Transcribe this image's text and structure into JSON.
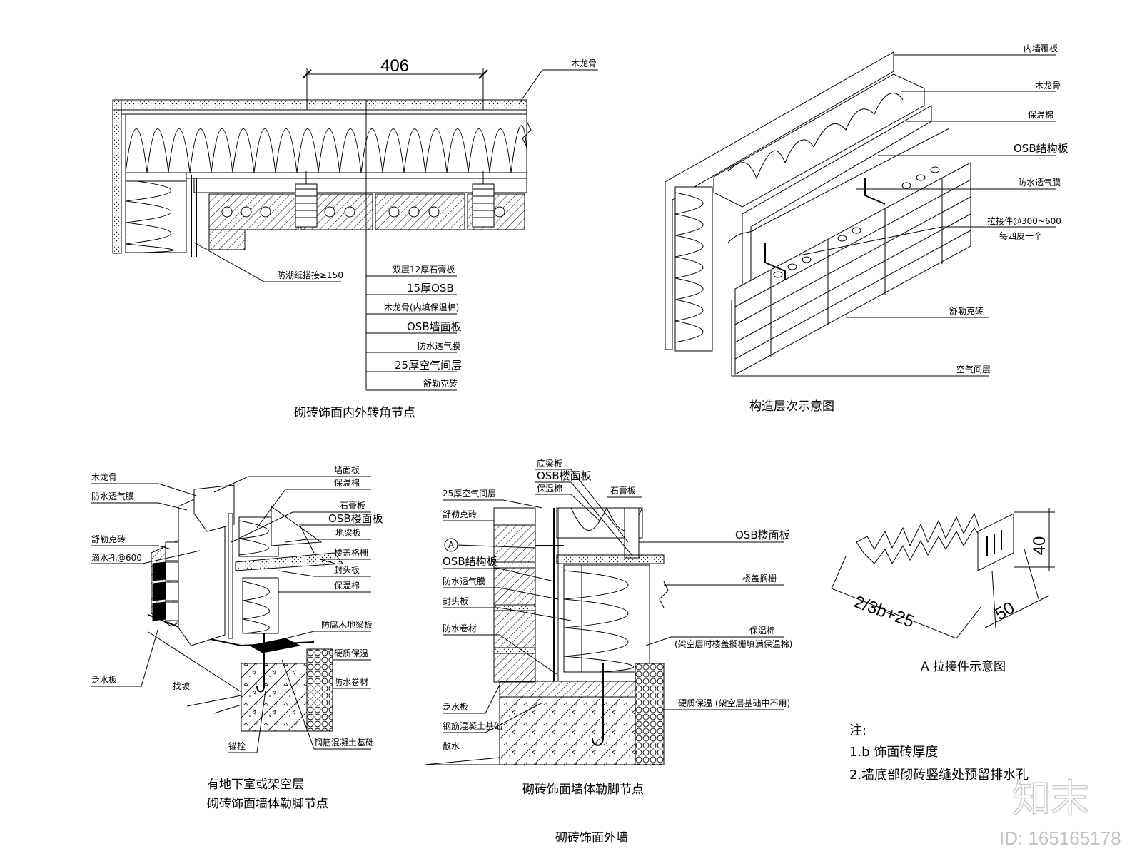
{
  "diagram": {
    "top_left": {
      "dimension": "406",
      "labels": {
        "stud": "木龙骨",
        "paper": "防潮纸搭接≥150",
        "gypsum": "双层12厚石膏板",
        "osb15": "15厚OSB",
        "stud_insul": "木龙骨(内填保温棉)",
        "osb_wall": "OSB墙面板",
        "membrane": "防水透气膜",
        "air25": "25厚空气间层",
        "brick": "舒勒克砖"
      },
      "caption": "砌砖饰面内外转角节点"
    },
    "top_right": {
      "labels": {
        "inner_board": "内墙覆板",
        "stud": "木龙骨",
        "insulation": "保温棉",
        "osb": "OSB结构板",
        "membrane": "防水透气膜",
        "tie": "拉接件@300~600",
        "tie_note": "每四皮一个",
        "brick": "舒勒克砖",
        "air": "空气间层"
      },
      "caption": "构造层次示意图"
    },
    "bottom_left": {
      "labels": {
        "stud": "木龙骨",
        "membrane": "防水透气膜",
        "brick": "舒勒克砖",
        "weep": "滴水孔@600",
        "flashing": "泛水板",
        "slope": "找坡",
        "anchor": "锚栓",
        "wall_board": "墙面板",
        "insulation": "保温棉",
        "gypsum": "石膏板",
        "osb_floor": "OSB楼面板",
        "floor_board": "地梁板",
        "joist": "楼盖格栅",
        "rim": "封头板",
        "insulation2": "保温棉",
        "sill": "防腐木地梁板",
        "rigid": "硬质保温",
        "waterproof": "防水卷材",
        "foundation": "钢筋混凝土基础"
      },
      "caption_line1": "有地下室或架空层",
      "caption_line2": "砌砖饰面墙体勒脚节点"
    },
    "bottom_center": {
      "labels": {
        "bottom_plate": "底梁板",
        "osb_floor": "OSB楼面板",
        "insulation": "保温棉",
        "gypsum": "石膏板",
        "air25": "25厚空气间层",
        "brick": "舒勒克砖",
        "marker": "A",
        "osb_struct": "OSB结构板",
        "membrane": "防水透气膜",
        "rim": "封头板",
        "waterproof": "防水卷材",
        "flashing": "泛水板",
        "foundation": "钢筋混凝土基础",
        "apron": "散水",
        "osb_floor2": "OSB楼面板",
        "joist": "楼盖搁栅",
        "insulation2": "保温棉",
        "insul_note": "(架空层时楼盖搁栅填满保温棉)",
        "rigid": "硬质保温 (架空层基础中不用)"
      },
      "caption": "砌砖饰面墙体勒脚节点"
    },
    "bottom_right": {
      "dim_40": "40",
      "dim_50": "50",
      "dim_len": "2/3b+25",
      "caption": "A 拉接件示意图",
      "note_title": "注:",
      "note1": "1.b 饰面砖厚度",
      "note2": "2.墙底部砌砖竖缝处预留排水孔"
    },
    "main_caption": "砌砖饰面外墙",
    "watermark": "知末",
    "id_text": "ID: 165165178"
  }
}
